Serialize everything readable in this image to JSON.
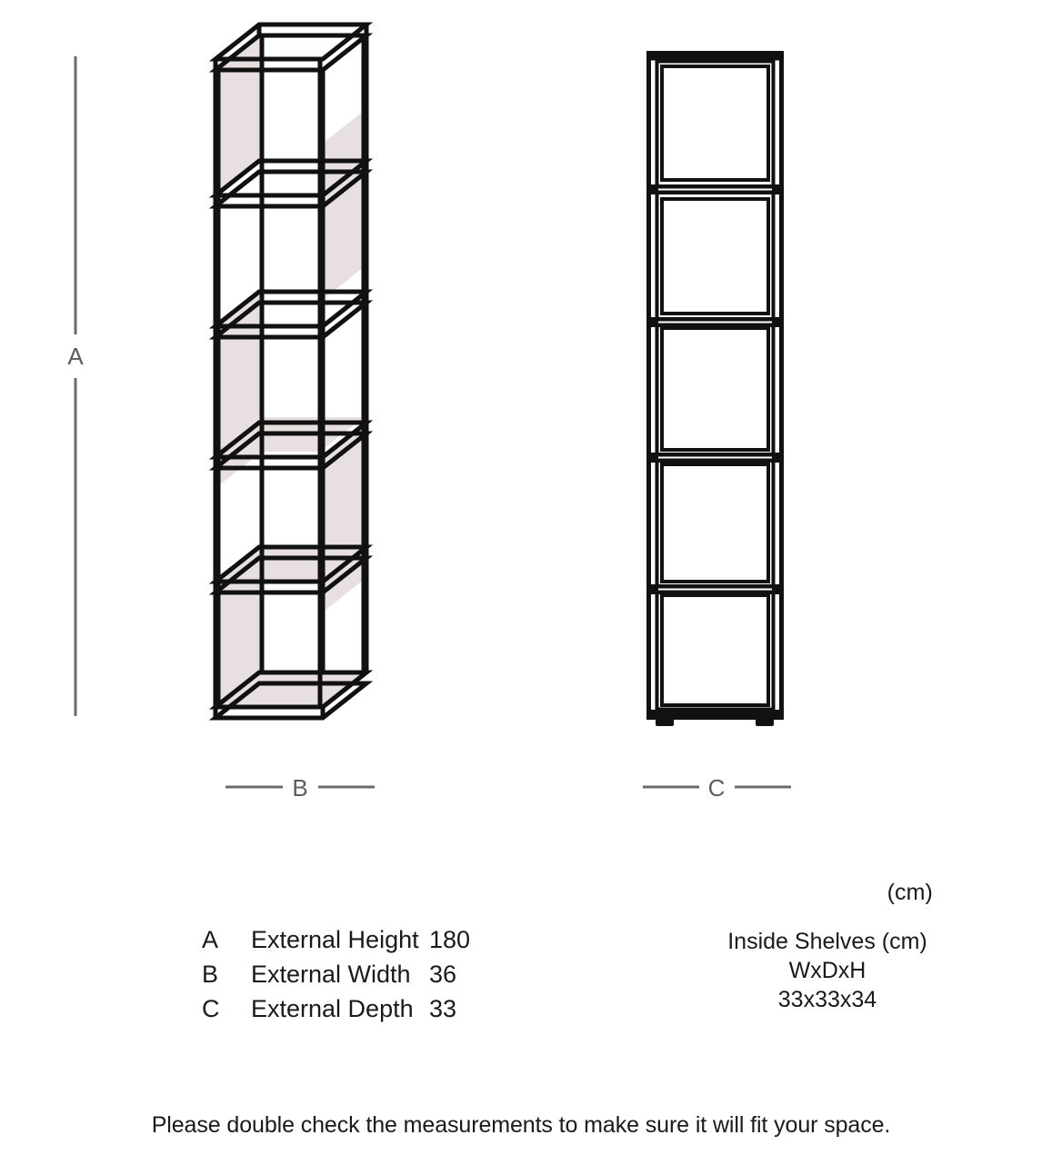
{
  "diagram": {
    "title_unit": "(cm)",
    "dimension_markers": [
      {
        "id": "A",
        "label": "A",
        "orientation": "vertical",
        "measures": "external-height"
      },
      {
        "id": "B",
        "label": "B",
        "orientation": "horizontal",
        "measures": "external-width"
      },
      {
        "id": "C",
        "label": "C",
        "orientation": "horizontal",
        "measures": "external-depth"
      }
    ],
    "views": {
      "perspective": {
        "name": "perspective-view",
        "compartments": 5
      },
      "side": {
        "name": "side-view",
        "compartments": 5
      }
    },
    "colors": {
      "panel_shade": "#e7dfe0",
      "outline": "#111111",
      "dimension_line": "#6b6b6b",
      "text": "#1a1a1a",
      "background": "#ffffff"
    }
  },
  "specs": {
    "unit_header": "(cm)",
    "rows": [
      {
        "key": "A",
        "label": "External Height",
        "value": "180"
      },
      {
        "key": "B",
        "label": "External Width",
        "value": "36"
      },
      {
        "key": "C",
        "label": "External Depth",
        "value": "33"
      }
    ]
  },
  "inside_shelves": {
    "title": "Inside Shelves (cm)",
    "format": "WxDxH",
    "value": "33x33x34"
  },
  "footer": {
    "note": "Please double check the measurements to make sure it will fit your space."
  }
}
